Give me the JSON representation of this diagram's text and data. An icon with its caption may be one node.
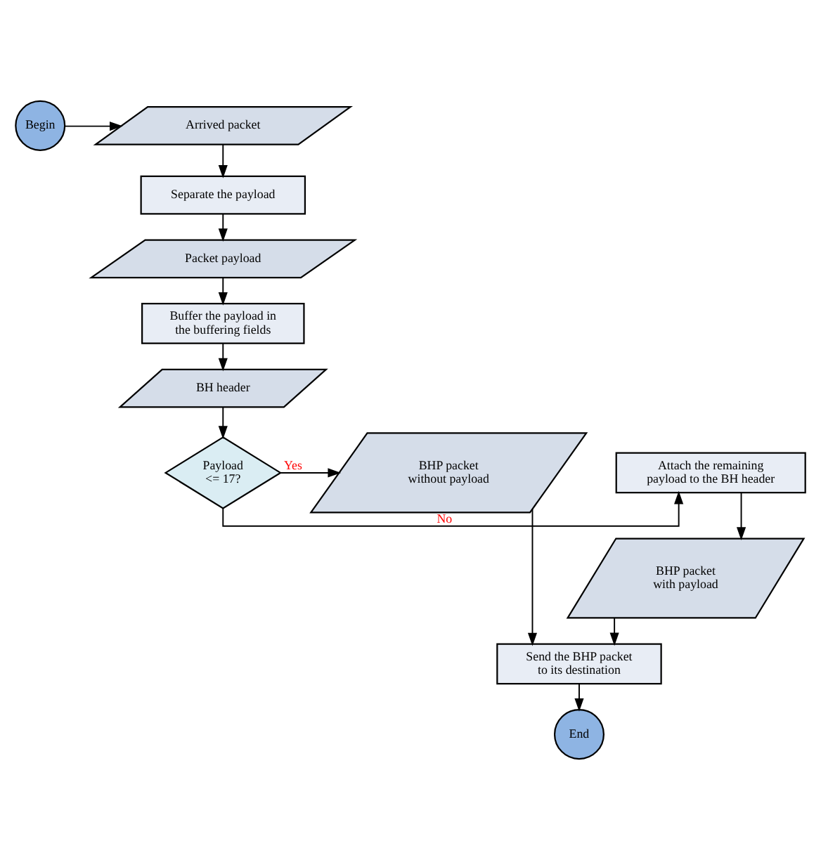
{
  "diagram": {
    "nodes": [
      {
        "text": [
          "Begin"
        ]
      },
      {
        "text": [
          "Arrived packet"
        ]
      },
      {
        "text": [
          "Separate the payload"
        ]
      },
      {
        "text": [
          "Packet payload"
        ]
      },
      {
        "text": [
          "Buffer the payload in the buffering fields"
        ]
      },
      {
        "text": [
          "BH header"
        ]
      },
      {
        "text": [
          "Payload <= 17?"
        ]
      },
      {
        "text": [
          "Attach the remaining payload to the BH header"
        ]
      },
      {
        "text": [
          "BHP packet with payload"
        ]
      },
      {
        "text": [
          "BHP packet without payload"
        ]
      },
      {
        "text": [
          "Send the BHP packet to its destination"
        ]
      },
      {
        "text": [
          "End"
        ]
      }
    ],
    "edges": [
      {
        "from": 0,
        "to": 1,
        "arrow": "to"
      },
      {
        "from": 1,
        "to": 2,
        "arrow": "to"
      },
      {
        "from": 2,
        "to": 3,
        "arrow": "to"
      },
      {
        "from": 3,
        "to": 4,
        "arrow": "to"
      },
      {
        "from": 4,
        "to": 5,
        "arrow": "to"
      },
      {
        "from": 5,
        "to": 6,
        "arrow": "to"
      },
      {
        "from": 6,
        "to": 7,
        "arrow": "to",
        "label": "No"
      },
      {
        "from": 6,
        "to": 9,
        "arrow": "to",
        "label": "Yes"
      },
      {
        "from": 7,
        "to": 8,
        "arrow": "to"
      },
      {
        "from": 8,
        "to": 10,
        "arrow": "to"
      },
      {
        "from": 9,
        "to": 10,
        "arrow": "to"
      },
      {
        "from": 10,
        "to": 11,
        "arrow": "to"
      }
    ]
  }
}
